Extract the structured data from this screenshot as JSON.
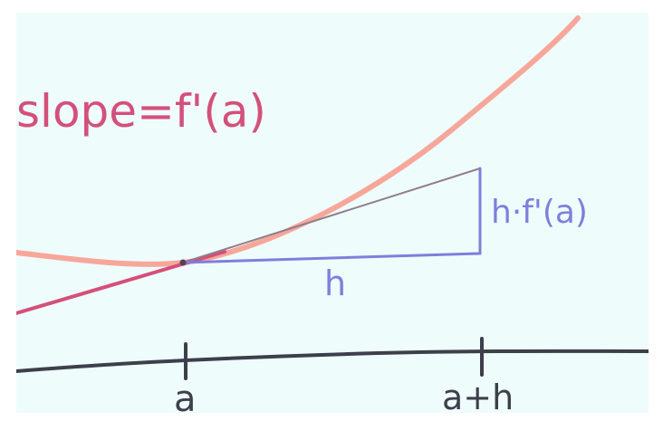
{
  "labels": {
    "slope": "slope=f'(a)",
    "rise": "h·f'(a)",
    "run": "h",
    "tick_a": "a",
    "tick_a_plus_h": "a+h"
  },
  "colors": {
    "background": "#effcfc",
    "curve": "#f7a79a",
    "tangent": "#d4507a",
    "slope_text": "#d4507a",
    "triangle": "#7f7fdb",
    "hypotenuse": "#8e7d8d",
    "axis": "#3d3f4a"
  }
}
